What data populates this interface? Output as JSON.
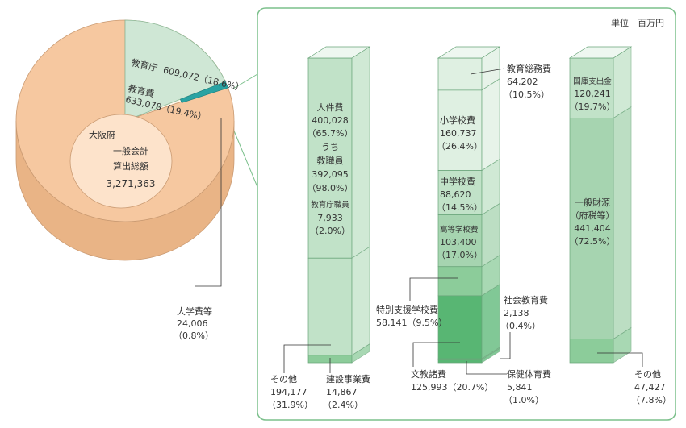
{
  "unit_label": "単位　百万円",
  "colors": {
    "pie_main": "#f6c8a0",
    "pie_side": "#e9b486",
    "pie_edu": "#fdf6e9",
    "pie_agency": "#cfe7d5",
    "pie_univ": "#2aa3a3",
    "panel_border": "#7cc08c",
    "bar_light": "#dff0e2",
    "bar_mid": "#c1e2c8",
    "bar_deep": "#a6d4b0",
    "bar_green": "#8ccc9a",
    "bar_dark": "#58b673"
  },
  "chart_data": [
    {
      "type": "pie",
      "slices": [
        {
          "key": "main",
          "l1": "大阪府",
          "l2": "一般会計",
          "l3": "算出総額",
          "value": 3271363,
          "value_text": "3,271,363"
        },
        {
          "key": "edu",
          "name": "教育費",
          "value": 633078,
          "value_text": "633,078（19.4%）"
        },
        {
          "key": "agency",
          "name": "教育庁",
          "value": 609072,
          "value_text": "609,072（18.6%）"
        },
        {
          "key": "univ",
          "name": "大学費等",
          "value": 24006,
          "value_text": "24,006",
          "pct": "（0.8%）"
        }
      ]
    },
    {
      "type": "bar",
      "stacked": true,
      "columns": [
        {
          "key": "personnel",
          "segments": [
            {
              "value": 400028,
              "title": "人件費",
              "value_text": "400,028",
              "pct": "（65.7%）",
              "sub1": "うち",
              "sub2": "教職員",
              "sub2_value": "392,095",
              "sub2_pct": "（98.0%）",
              "sub3": "教育庁職員",
              "sub3_value": "7,933",
              "sub3_pct": "（2.0%）"
            },
            {
              "value": 194177,
              "title": "その他",
              "value_text": "194,177",
              "pct": "（31.9%）"
            },
            {
              "value": 14867,
              "title": "建設事業費",
              "value_text": "14,867",
              "pct": "（2.4%）"
            }
          ]
        },
        {
          "key": "purpose",
          "segments": [
            {
              "value": 64202,
              "title": "教育総務費",
              "value_text": "64,202",
              "pct": "（10.5%）"
            },
            {
              "value": 160737,
              "title": "小学校費",
              "value_text": "160,737",
              "pct": "（26.4%）"
            },
            {
              "value": 88620,
              "title": "中学校費",
              "value_text": "88,620",
              "pct": "（14.5%）"
            },
            {
              "value": 103400,
              "title": "高等学校費",
              "value_text": "103,400",
              "pct": "（17.0%）"
            },
            {
              "value": 58141,
              "title": "特別支援学校費",
              "value_text": "58,141（9.5%）"
            },
            {
              "value": 125993,
              "title": "文教諸費",
              "value_text": "125,993（20.7%）"
            },
            {
              "value": 2138,
              "title": "社会教育費",
              "value_text": "2,138",
              "pct": "（0.4%）"
            },
            {
              "value": 5841,
              "title": "保健体育費",
              "value_text": "5,841",
              "pct": "（1.0%）"
            }
          ]
        },
        {
          "key": "source",
          "segments": [
            {
              "value": 120241,
              "title": "国庫支出金",
              "value_text": "120,241",
              "pct": "（19.7%）"
            },
            {
              "value": 441404,
              "title": "一般財源",
              "title2": "（府税等）",
              "value_text": "441,404",
              "pct": "（72.5%）"
            },
            {
              "value": 47427,
              "title": "その他",
              "value_text": "47,427",
              "pct": "（7.8%）"
            }
          ]
        }
      ]
    }
  ]
}
